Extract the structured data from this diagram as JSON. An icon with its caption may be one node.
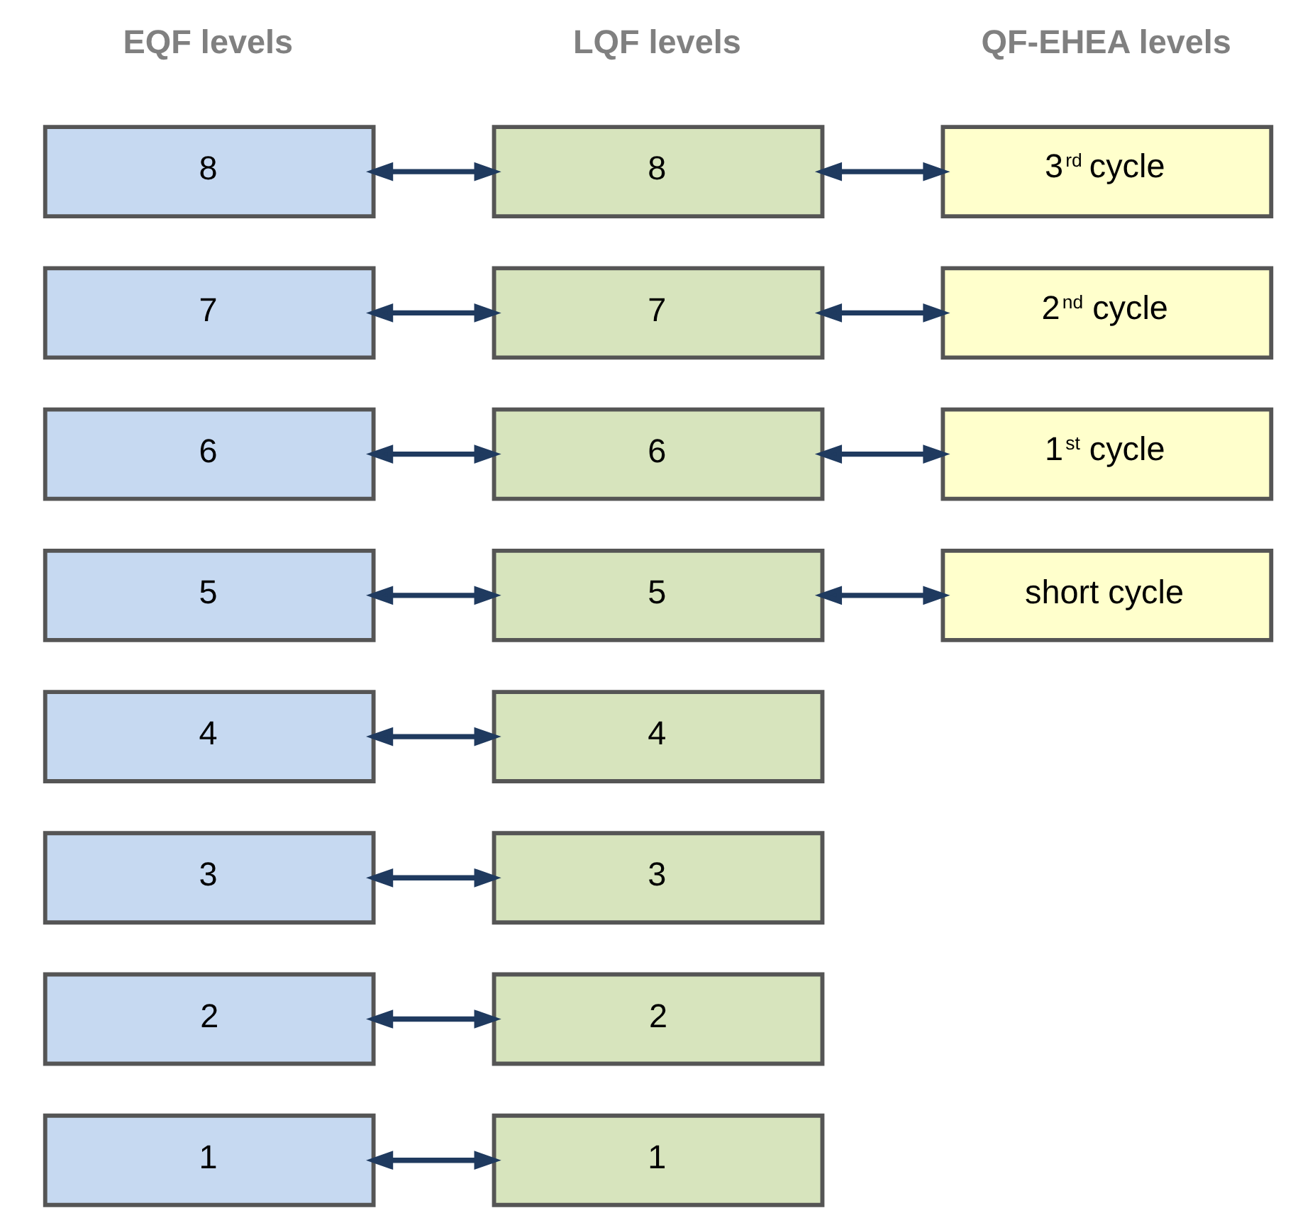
{
  "diagram": {
    "nodes": [
      {
        "text": [
          "8"
        ]
      },
      {
        "text": [
          "8"
        ]
      },
      {
        "text": [
          "3$^{rd}$ cycle"
        ]
      },
      {
        "text": [
          "7"
        ]
      },
      {
        "text": [
          "7"
        ]
      },
      {
        "text": [
          "2$^{nd}$ cycle"
        ]
      },
      {
        "text": [
          "6"
        ]
      },
      {
        "text": [
          "6"
        ]
      },
      {
        "text": [
          "1$^{st}$ cycle"
        ]
      },
      {
        "text": [
          "5"
        ]
      },
      {
        "text": [
          "5"
        ]
      },
      {
        "text": [
          "short cycle"
        ]
      },
      {
        "text": [
          "4"
        ]
      },
      {
        "text": [
          "4"
        ]
      },
      {
        "text": [
          "3"
        ]
      },
      {
        "text": [
          "3"
        ]
      },
      {
        "text": [
          "2"
        ]
      },
      {
        "text": [
          "2"
        ]
      },
      {
        "text": [
          "1"
        ]
      },
      {
        "text": [
          "1"
        ]
      }
    ],
    "edges": [
      {
        "from": 0,
        "to": 1,
        "arrow": "both"
      },
      {
        "from": 1,
        "to": 2,
        "arrow": "both"
      },
      {
        "from": 3,
        "to": 4,
        "arrow": "both"
      },
      {
        "from": 4,
        "to": 5,
        "arrow": "both"
      },
      {
        "from": 6,
        "to": 7,
        "arrow": "both"
      },
      {
        "from": 7,
        "to": 8,
        "arrow": "both"
      },
      {
        "from": 9,
        "to": 10,
        "arrow": "both"
      },
      {
        "from": 10,
        "to": 11,
        "arrow": "both"
      },
      {
        "from": 12,
        "to": 13,
        "arrow": "both"
      },
      {
        "from": 14,
        "to": 15,
        "arrow": "both"
      },
      {
        "from": 16,
        "to": 17,
        "arrow": "both"
      },
      {
        "from": 18,
        "to": 19,
        "arrow": "both"
      }
    ],
    "labels": [
      "EQF levels",
      "LQF levels",
      "QF-EHEA levels"
    ]
  }
}
